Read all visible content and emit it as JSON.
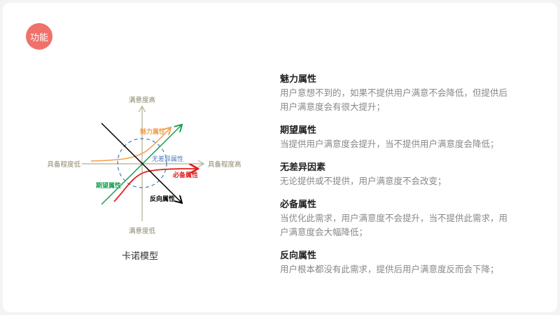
{
  "badge": "功能",
  "diagram": {
    "caption": "卡诺模型",
    "axis_top": "满意度高",
    "axis_bottom": "满意度低",
    "axis_left": "具备程度低",
    "axis_right": "具备程度高",
    "curves": {
      "attractive": {
        "label": "魅力属性",
        "color": "#f0a050"
      },
      "indifferent": {
        "label": "无差异属性",
        "color": "#4a7ab8"
      },
      "must_be": {
        "label": "必备属性",
        "color": "#e02020"
      },
      "performance": {
        "label": "期望属性",
        "color": "#18a050"
      },
      "reverse": {
        "label": "反向属性",
        "color": "#000000"
      }
    }
  },
  "items": [
    {
      "title": "魅力属性",
      "desc": "用户意想不到的，如果不提供用户满意不会降低，但提供后用户满意度会有很大提升；"
    },
    {
      "title": "期望属性",
      "desc": "当提供用户满意度会提升，当不提供用户满意度会降低；"
    },
    {
      "title": "无差异因素",
      "desc": "无论提供或不提供，用户满意度不会改变；"
    },
    {
      "title": "必备属性",
      "desc": "当优化此需求，用户满意度不会提升，当不提供此需求，用户满意度会大幅降低；"
    },
    {
      "title": "反向属性",
      "desc": "用户根本都没有此需求，提供后用户满意度反而会下降；"
    }
  ]
}
